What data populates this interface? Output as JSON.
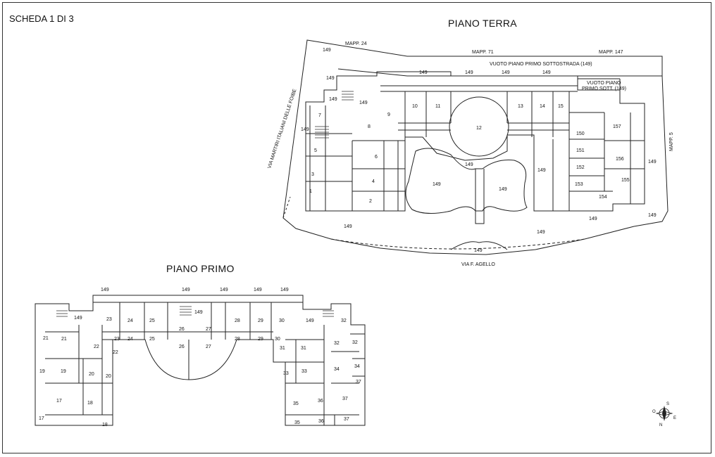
{
  "sheet_label": "SCHEDA 1 DI 3",
  "ground_floor": {
    "title": "PIANO TERRA",
    "mapp": [
      "MAPP. 24",
      "MAPP. 71",
      "MAPP. 147",
      "MAPP. 5"
    ],
    "streets": [
      "VIA MARTIRI ITALIANI DELLE FOIBE",
      "VIA F. AGELLO"
    ],
    "notes": [
      "VUOTO PIANO PRIMO SOTTOSTRADA (149)",
      "VUOTO PIANO",
      "PRIMO SOTT. (149)"
    ],
    "units": [
      "1",
      "2",
      "3",
      "4",
      "5",
      "6",
      "7",
      "8",
      "9",
      "10",
      "11",
      "12",
      "13",
      "14",
      "15",
      "150",
      "151",
      "152",
      "153",
      "154",
      "155",
      "156",
      "157"
    ],
    "common": "149"
  },
  "first_floor": {
    "title": "PIANO PRIMO",
    "units": [
      "17",
      "18",
      "19",
      "20",
      "21",
      "22",
      "23",
      "24",
      "25",
      "26",
      "27",
      "28",
      "29",
      "30",
      "31",
      "32",
      "33",
      "34",
      "35",
      "36",
      "37"
    ],
    "common": "149"
  },
  "compass": {
    "icon": "compass-rose-icon",
    "letters": [
      "S",
      "O",
      "E",
      "N"
    ]
  }
}
